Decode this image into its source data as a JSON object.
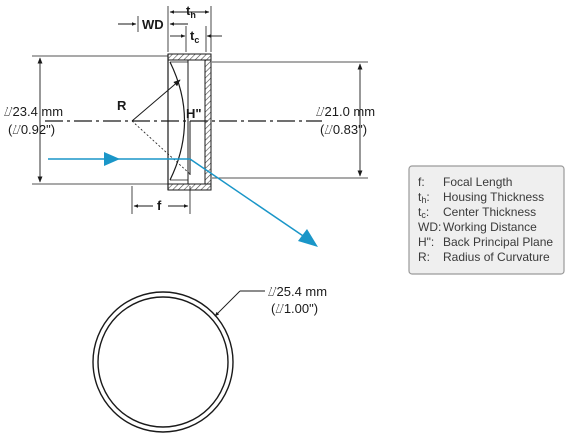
{
  "dimensions": {
    "wd": "WD",
    "th_main": "t",
    "th_sub": "h",
    "tc_main": "t",
    "tc_sub": "c",
    "r": "R",
    "h_pp": "H\"",
    "f": "f"
  },
  "left_diameter": {
    "mm": "⌰23.4 mm",
    "inch": "(⌰0.92\")"
  },
  "right_diameter": {
    "mm": "⌰21.0 mm",
    "inch": "(⌰0.83\")"
  },
  "front_view": {
    "mm": "⌰25.4 mm",
    "inch": "(⌰1.00\")"
  },
  "legend": {
    "items": [
      {
        "key": "f:",
        "key_sub": "",
        "value": "Focal Length"
      },
      {
        "key": "t",
        "key_sub": "h",
        "key_suffix": ":",
        "value": "Housing Thickness"
      },
      {
        "key": "t",
        "key_sub": "c",
        "key_suffix": ":",
        "value": "Center Thickness"
      },
      {
        "key": "WD:",
        "key_sub": "",
        "value": "Working Distance"
      },
      {
        "key": "H\":",
        "key_sub": "",
        "value": "Back Principal Plane"
      },
      {
        "key": "R:",
        "key_sub": "",
        "value": "Radius of Curvature"
      }
    ]
  },
  "colors": {
    "ray": "#1a96c8",
    "line": "#1a1a1a",
    "hatch": "#444444",
    "legend_bg": "#efefef",
    "legend_border": "#9a9a9a"
  }
}
